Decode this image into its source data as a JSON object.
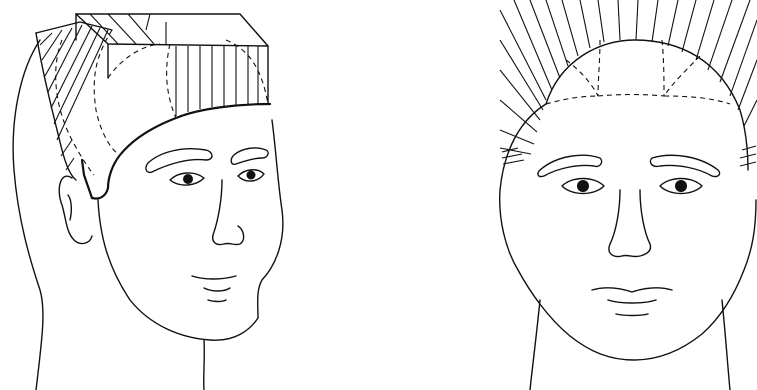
{
  "figure": {
    "panels": [
      {
        "view": "three-quarter",
        "icon": "head-three-quarter-haircut-sections"
      },
      {
        "view": "front",
        "icon": "head-front-haircut-sections"
      }
    ]
  }
}
